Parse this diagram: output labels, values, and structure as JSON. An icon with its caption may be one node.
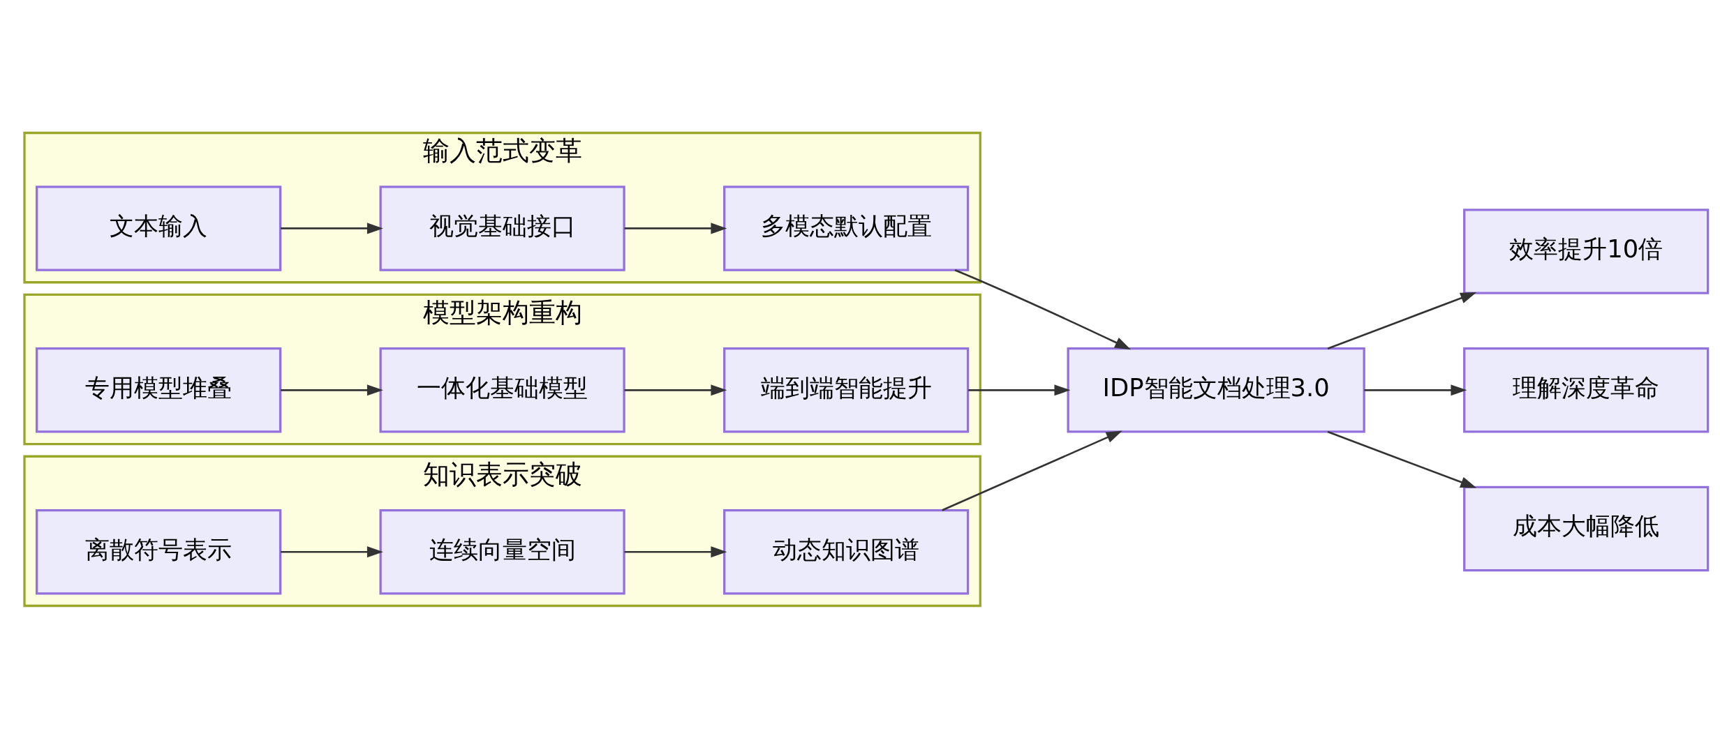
{
  "diagram": {
    "nodes": [
      {
        "text": [
          "输入范式变革"
        ]
      },
      {
        "text": [
          "文本输入"
        ],
        "in": 0
      },
      {
        "text": [
          "视觉基础接口"
        ],
        "in": 0
      },
      {
        "text": [
          "多模态默认配置"
        ],
        "in": 0
      },
      {
        "text": [
          "模型架构重构"
        ]
      },
      {
        "text": [
          "专用模型堆叠"
        ],
        "in": 4
      },
      {
        "text": [
          "一体化基础模型"
        ],
        "in": 4
      },
      {
        "text": [
          "端到端智能提升"
        ],
        "in": 4
      },
      {
        "text": [
          "知识表示突破"
        ]
      },
      {
        "text": [
          "离散符号表示"
        ],
        "in": 8
      },
      {
        "text": [
          "连续向量空间"
        ],
        "in": 8
      },
      {
        "text": [
          "动态知识图谱"
        ],
        "in": 8
      },
      {
        "text": [
          "IDP智能文档处理3.0"
        ]
      },
      {
        "text": [
          "效率提升10倍"
        ]
      },
      {
        "text": [
          "理解深度革命"
        ]
      },
      {
        "text": [
          "成本大幅降低"
        ]
      }
    ],
    "edges": [
      {
        "from": 1,
        "to": 2,
        "arrow": "to"
      },
      {
        "from": 2,
        "to": 3,
        "arrow": "to"
      },
      {
        "from": 5,
        "to": 6,
        "arrow": "to"
      },
      {
        "from": 6,
        "to": 7,
        "arrow": "to"
      },
      {
        "from": 9,
        "to": 10,
        "arrow": "to"
      },
      {
        "from": 10,
        "to": 11,
        "arrow": "to"
      },
      {
        "from": 3,
        "to": 12,
        "arrow": "to"
      },
      {
        "from": 7,
        "to": 12,
        "arrow": "to"
      },
      {
        "from": 11,
        "to": 12,
        "arrow": "to"
      },
      {
        "from": 12,
        "to": 13,
        "arrow": "to"
      },
      {
        "from": 12,
        "to": 14,
        "arrow": "to"
      },
      {
        "from": 12,
        "to": 15,
        "arrow": "to"
      }
    ]
  }
}
